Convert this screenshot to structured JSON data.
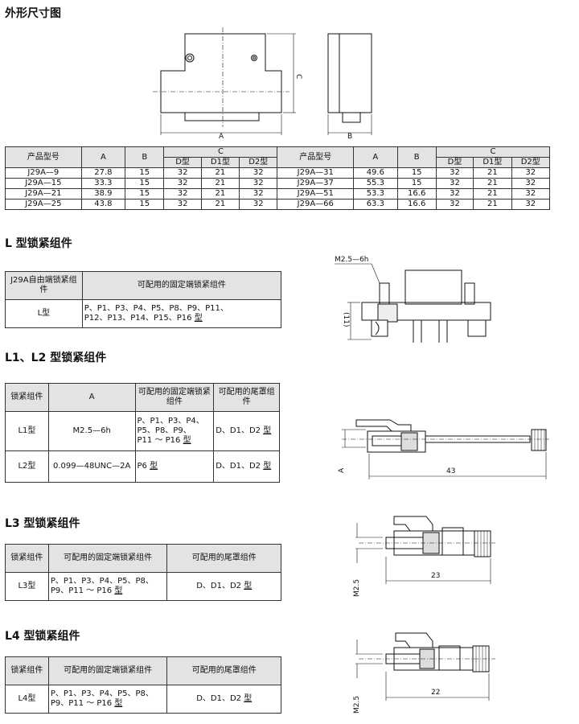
{
  "outline": {
    "title": "外形尺寸图",
    "dim_a": "A",
    "dim_b": "B",
    "dim_c": "C"
  },
  "spec": {
    "headers": {
      "model": "产品型号",
      "a": "A",
      "b": "B",
      "c": "C",
      "d": "D型",
      "d1": "D1型",
      "d2": "D2型"
    },
    "left_rows": [
      {
        "model": "J29A—9",
        "a": "27.8",
        "b": "15",
        "d": "32",
        "d1": "21",
        "d2": "32"
      },
      {
        "model": "J29A—15",
        "a": "33.3",
        "b": "15",
        "d": "32",
        "d1": "21",
        "d2": "32"
      },
      {
        "model": "J29A—21",
        "a": "38.9",
        "b": "15",
        "d": "32",
        "d1": "21",
        "d2": "32"
      },
      {
        "model": "J29A—25",
        "a": "43.8",
        "b": "15",
        "d": "32",
        "d1": "21",
        "d2": "32"
      }
    ],
    "right_rows": [
      {
        "model": "J29A—31",
        "a": "49.6",
        "b": "15",
        "d": "32",
        "d1": "21",
        "d2": "32"
      },
      {
        "model": "J29A—37",
        "a": "55.3",
        "b": "15",
        "d": "32",
        "d1": "21",
        "d2": "32"
      },
      {
        "model": "J29A—51",
        "a": "53.3",
        "b": "16.6",
        "d": "32",
        "d1": "21",
        "d2": "32"
      },
      {
        "model": "J29A—66",
        "a": "63.3",
        "b": "16.6",
        "d": "32",
        "d1": "21",
        "d2": "32"
      }
    ]
  },
  "sec_l": {
    "title": "L 型锁紧组件",
    "col1": "J29A自由端锁紧组件",
    "col2": "可配用的固定端锁紧组件",
    "row_label": "L型",
    "row_line1": "P、P1、P3、P4、P5、P8、P9、P11、",
    "row_line2": "P12、P13、P14、P15、P16",
    "row_suffix": "型",
    "drw_m": "M2.5—6h",
    "drw_h": "(11)"
  },
  "sec_l12": {
    "title": "L1、L2 型锁紧组件",
    "col1": "锁紧组件",
    "col2": "A",
    "col3": "可配用的固定端锁紧组件",
    "col4": "可配用的尾罩组件",
    "r1_label": "L1型",
    "r1_a": "M2.5—6h",
    "r1_line1": "P、P1、P3、P4、",
    "r1_line2": "P5、P8、P9、",
    "r1_line3": "P11 ～ P16",
    "r1_suffix": "型",
    "r1_tail": "D、D1、D2",
    "r1_tail_suffix": "型",
    "r2_label": "L2型",
    "r2_a": "0.099—48UNC—2A",
    "r2_fixed": "P6",
    "r2_suffix": "型",
    "r2_tail": "D、D1、D2",
    "r2_tail_suffix": "型",
    "drw_a": "A",
    "drw_len": "43"
  },
  "sec_l3": {
    "title": "L3 型锁紧组件",
    "col1": "锁紧组件",
    "col2": "可配用的固定端锁紧组件",
    "col3": "可配用的尾罩组件",
    "row_label": "L3型",
    "row_line1": "P、P1、P3、P4、P5、P8、",
    "row_line2": "P9、P11 ～ P16",
    "row_suffix": "型",
    "row_tail": "D、D1、D2",
    "row_tail_suffix": "型",
    "drw_m": "M2.5",
    "drw_len": "23"
  },
  "sec_l4": {
    "title": "L4 型锁紧组件",
    "col1": "锁紧组件",
    "col2": "可配用的固定端锁紧组件",
    "col3": "可配用的尾罩组件",
    "row_label": "L4型",
    "row_line1": "P、P1、P3、P4、P5、P8、",
    "row_line2": "P9、P11 ～ P16",
    "row_suffix": "型",
    "row_tail": "D、D1、D2",
    "row_tail_suffix": "型",
    "drw_m": "M2.5",
    "drw_len": "22"
  }
}
